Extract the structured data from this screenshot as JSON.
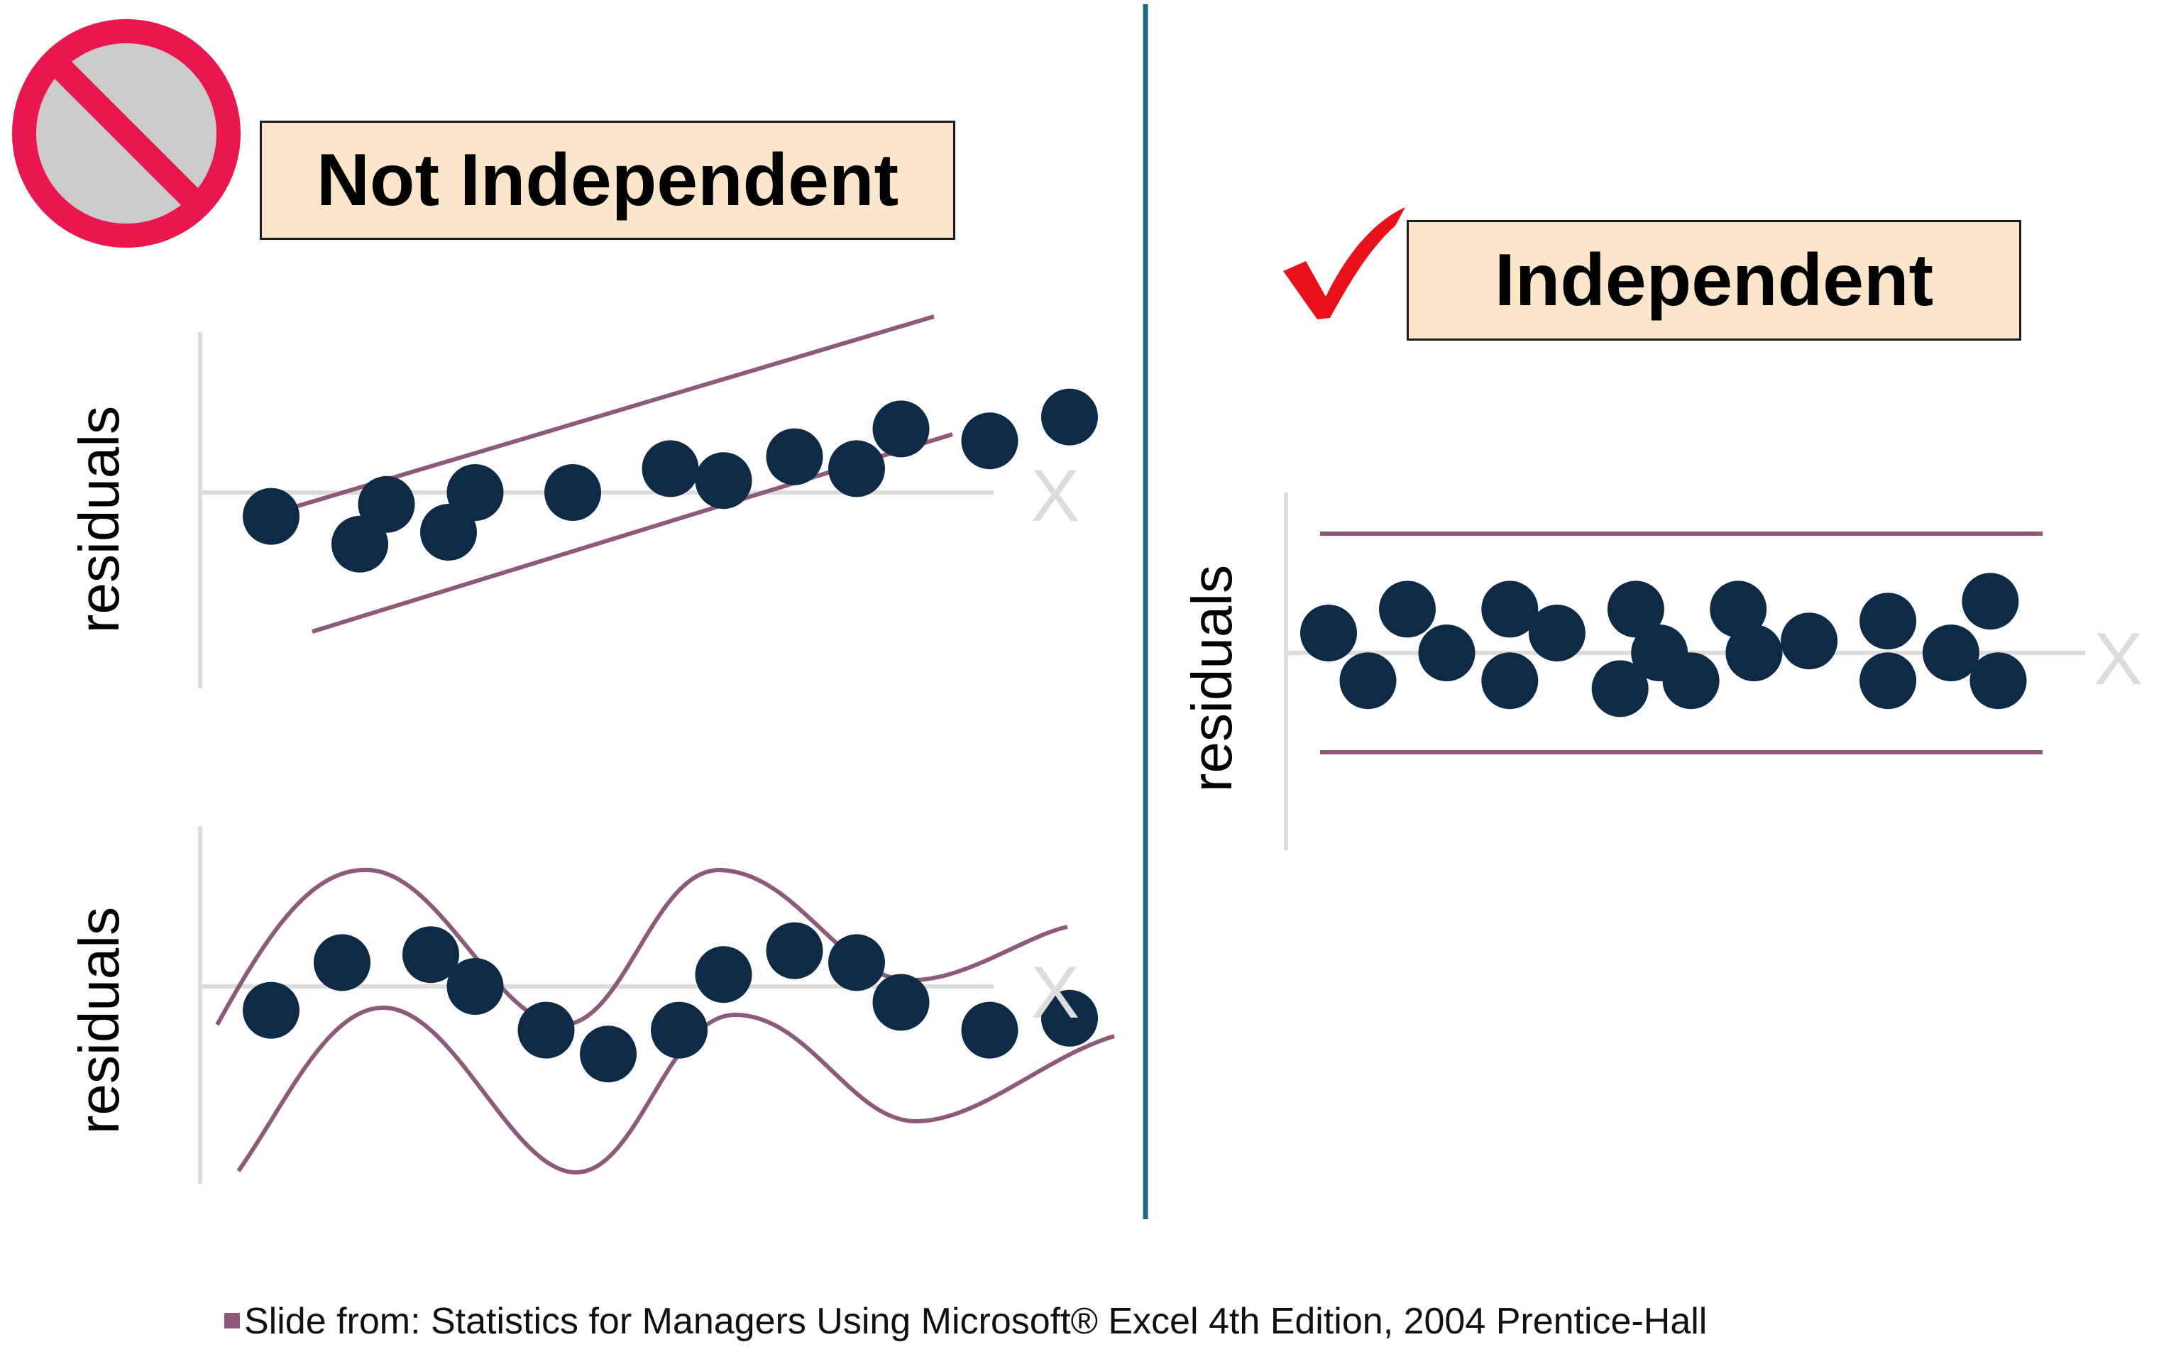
{
  "left_panel": {
    "heading": "Not Independent",
    "heading_icon": "prohibited-icon"
  },
  "right_panel": {
    "heading": "Independent",
    "heading_icon": "checkmark-icon"
  },
  "colors": {
    "dot": "#0f2a46",
    "band": "#8e5a7c",
    "axis": "#dcdcdc",
    "divider": "#1f6584",
    "prohibited": "#e8174f",
    "check": "#e8101b",
    "label_box": "#fbe5cb"
  },
  "chart_data": [
    {
      "type": "scatter",
      "panel": "not-independent-top",
      "ylabel": "residuals",
      "xlabel": "X",
      "pattern": "linear trend",
      "points": [
        {
          "x": 1.0,
          "y": -0.6
        },
        {
          "x": 2.0,
          "y": -1.3
        },
        {
          "x": 2.3,
          "y": -0.3
        },
        {
          "x": 3.0,
          "y": -1.0
        },
        {
          "x": 3.3,
          "y": 0.0
        },
        {
          "x": 4.4,
          "y": 0.0
        },
        {
          "x": 5.5,
          "y": 0.6
        },
        {
          "x": 6.1,
          "y": 0.3
        },
        {
          "x": 6.9,
          "y": 0.9
        },
        {
          "x": 7.6,
          "y": 0.6
        },
        {
          "x": 8.1,
          "y": 1.6
        },
        {
          "x": 9.1,
          "y": 1.3
        },
        {
          "x": 10.0,
          "y": 1.9
        }
      ]
    },
    {
      "type": "scatter",
      "panel": "not-independent-bottom",
      "ylabel": "residuals",
      "xlabel": "X",
      "pattern": "cyclical",
      "points": [
        {
          "x": 1.0,
          "y": -0.6
        },
        {
          "x": 1.8,
          "y": 0.6
        },
        {
          "x": 2.8,
          "y": 0.8
        },
        {
          "x": 3.3,
          "y": 0.0
        },
        {
          "x": 4.1,
          "y": -1.1
        },
        {
          "x": 4.8,
          "y": -1.7
        },
        {
          "x": 5.6,
          "y": -1.1
        },
        {
          "x": 6.1,
          "y": 0.3
        },
        {
          "x": 6.9,
          "y": 0.9
        },
        {
          "x": 7.6,
          "y": 0.6
        },
        {
          "x": 8.1,
          "y": -0.4
        },
        {
          "x": 9.1,
          "y": -1.1
        },
        {
          "x": 10.0,
          "y": -0.8
        }
      ]
    },
    {
      "type": "scatter",
      "panel": "independent",
      "ylabel": "residuals",
      "xlabel": "X",
      "pattern": "random",
      "points": [
        {
          "x": 1.0,
          "y": 0.5
        },
        {
          "x": 1.5,
          "y": -0.7
        },
        {
          "x": 2.0,
          "y": 1.1
        },
        {
          "x": 2.5,
          "y": 0.0
        },
        {
          "x": 3.3,
          "y": 1.1
        },
        {
          "x": 3.3,
          "y": -0.7
        },
        {
          "x": 3.9,
          "y": 0.5
        },
        {
          "x": 4.7,
          "y": -0.9
        },
        {
          "x": 4.9,
          "y": 1.1
        },
        {
          "x": 5.2,
          "y": 0.0
        },
        {
          "x": 5.6,
          "y": -0.7
        },
        {
          "x": 6.2,
          "y": 1.1
        },
        {
          "x": 6.4,
          "y": 0.0
        },
        {
          "x": 7.1,
          "y": 0.3
        },
        {
          "x": 8.1,
          "y": 0.8
        },
        {
          "x": 8.1,
          "y": -0.7
        },
        {
          "x": 8.9,
          "y": 0.0
        },
        {
          "x": 9.4,
          "y": 1.3
        },
        {
          "x": 9.5,
          "y": -0.7
        }
      ]
    }
  ],
  "footnote": {
    "text": "Slide from: Statistics for Managers Using Microsoft® Excel  4th Edition, 2004 Prentice-Hall"
  }
}
